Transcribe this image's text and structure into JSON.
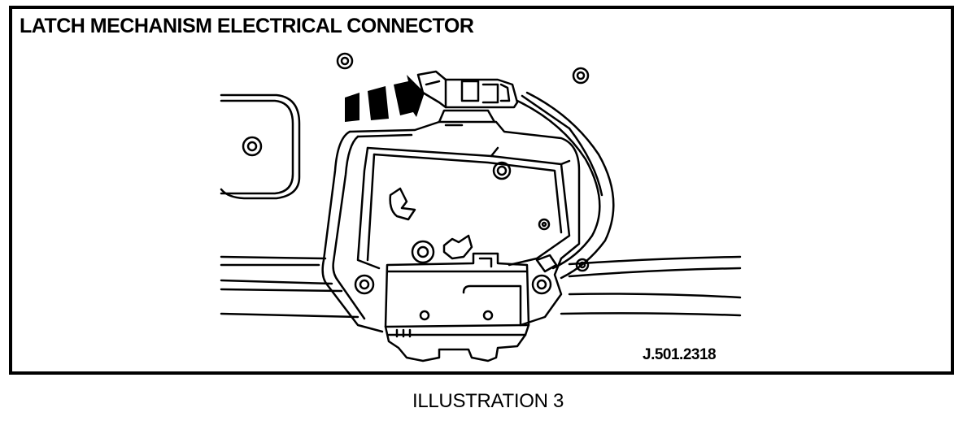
{
  "diagram": {
    "title": "LATCH MECHANISM ELECTRICAL CONNECTOR",
    "reference": "J.501.2318",
    "caption": "ILLUSTRATION 3"
  }
}
